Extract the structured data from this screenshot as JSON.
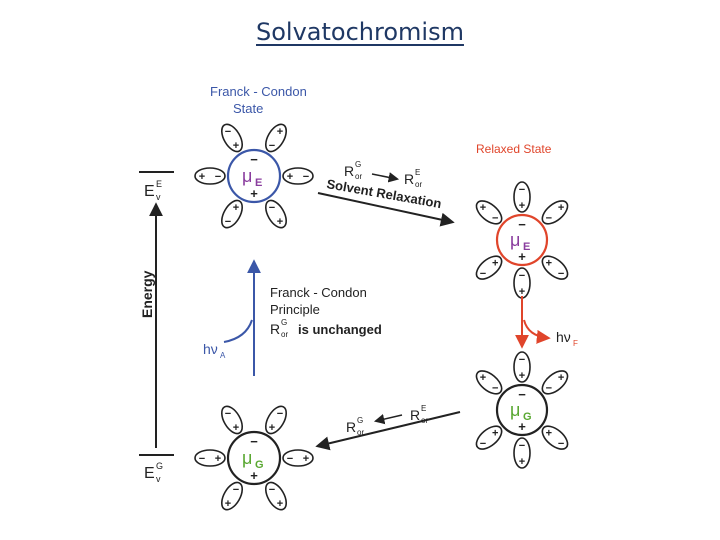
{
  "title": "Solvatochromism",
  "labels": {
    "fc_state_line1": "Franck - Condon",
    "fc_state_line2": "State",
    "relaxed_state": "Relaxed  State",
    "solvent_relaxation": "Solvent  Relaxation",
    "energy_axis": "Energy",
    "ev_excited": "E",
    "ev_excited_sup": "E",
    "ev_excited_sub": "v",
    "ev_ground": "E",
    "ev_ground_sup": "G",
    "ev_ground_sub": "v",
    "fc_principle_line1": "Franck - Condon",
    "fc_principle_line2": "Principle",
    "fc_principle_line3_rest": "is unchanged",
    "r_symbol": "R",
    "r_sub": "or",
    "sup_g": "G",
    "sup_e": "E",
    "hv_a": "hν",
    "hv_a_sub": "A",
    "hv_f": "hν",
    "hv_f_sub": "F",
    "mu": "μ",
    "mu_e_sub": "E",
    "mu_g_sub": "G",
    "plus": "+",
    "minus": "−"
  },
  "colors": {
    "title": "#1f3864",
    "ink": "#222222",
    "fc_state_label": "#3b57a8",
    "relaxed_label": "#e0452b",
    "excited_circle": "#e0452b",
    "fc_excited_circle": "#3b57a8",
    "ground_circle": "#222222",
    "mu_e": "#8a3d9e",
    "mu_g": "#5aa832",
    "absorption_arrow": "#3b57a8",
    "emission_arrow": "#e0452b"
  }
}
